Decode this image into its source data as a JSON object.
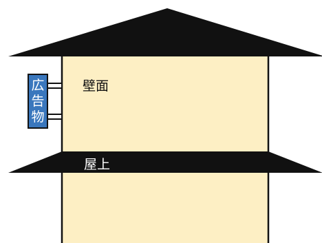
{
  "diagram": {
    "labels": {
      "wall": "壁面",
      "rooftop": "屋上"
    },
    "sign": {
      "text": "広告物",
      "chars": [
        "広",
        "告",
        "物"
      ]
    },
    "colors": {
      "background": "#ffffff",
      "wall_fill": "#fdefc4",
      "roof_fill": "#111111",
      "outline": "#111111",
      "sign_fill": "#3a77bd",
      "sign_text": "#ffffff",
      "rooftop_label_text": "#ffffff",
      "wall_label_text": "#111111"
    }
  }
}
